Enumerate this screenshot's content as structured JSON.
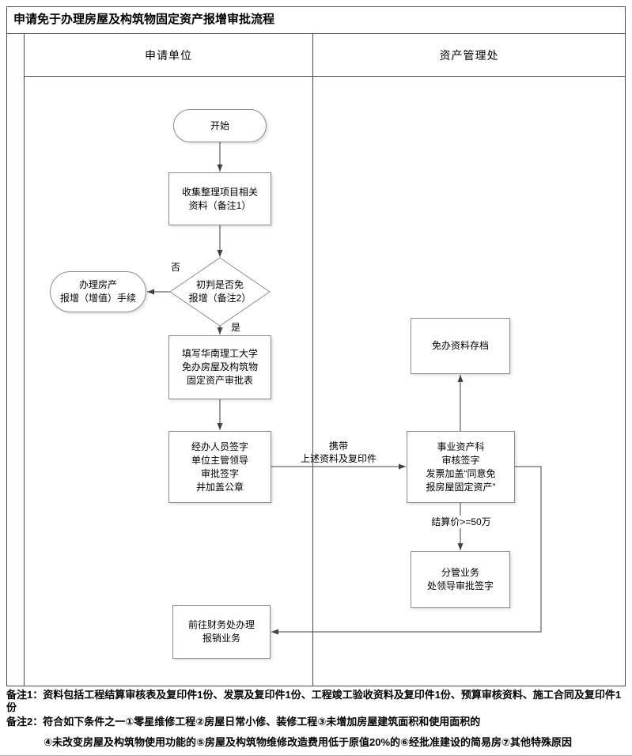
{
  "page": {
    "title": "申请免于办理房屋及构筑物固定资产报增审批流程"
  },
  "lanes": {
    "applicant": "申请单位",
    "asset_office": "资产管理处"
  },
  "nodes": {
    "start": "开始",
    "collect": "收集整理项目相关\n资料（备注1）",
    "decision": "初判是否免\n报增（备注2）",
    "handle_property": "办理房产\n报增（增值）手续",
    "fill_form": "填写华南理工大学\n免办房屋及构筑物\n固定资产审批表",
    "sign_seal": "经办人员签字\n单位主管领导\n审批签字\n并加盖公章",
    "archive": "免办资料存档",
    "asset_review": "事业资产科\n审核签字\n发票加盖“同意免\n报房屋固定资产”",
    "leader_approve": "分管业务\n处领导审批签字",
    "finance": "前往财务处办理\n报销业务"
  },
  "edge_labels": {
    "no": "否",
    "yes": "是",
    "carry": "携带\n上述资料及复印件",
    "settlement": "结算价>=50万"
  },
  "notes": {
    "note1": "备注1：资料包括工程结算审核表及复印件1份、发票及复印件1份、工程竣工验收资料及复印件1份、预算审核资料、施工合同及复印件1份",
    "note2_line1": "备注2：符合如下条件之一①零星维修工程②房屋日常小修、装修工程③未增加房屋建筑面积和使用面积的",
    "note2_line2": "④未改变房屋及构筑物使用功能的⑤房屋及构筑物维修改造费用低于原值20%的⑥经批准建设的简易房⑦其他特殊原因"
  },
  "colors": {
    "frame": "#4d4d4d",
    "box_border": "#8c8c8c",
    "arrow": "#404040",
    "text": "#000000"
  }
}
